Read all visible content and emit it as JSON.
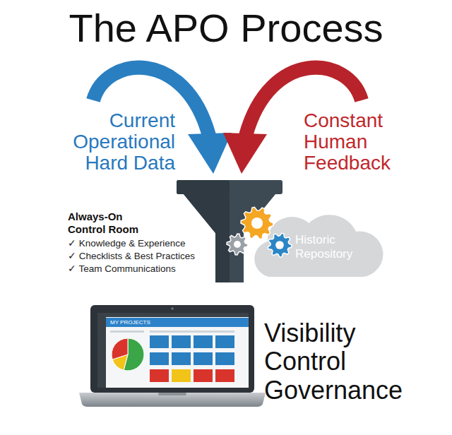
{
  "diagram": {
    "title": "The APO Process",
    "nodes": [
      {
        "text": [
          "Historic Repository"
        ]
      }
    ],
    "labels": [
      "Current Operational Hard Data",
      "Constant Human Feedback",
      "Always-On Control Room",
      "✓ Knowledge & Experience",
      "✓ Checklists & Best Practices",
      "✓ Team Communications",
      "MY PROJECTS",
      "Visibility Control Governance"
    ]
  }
}
